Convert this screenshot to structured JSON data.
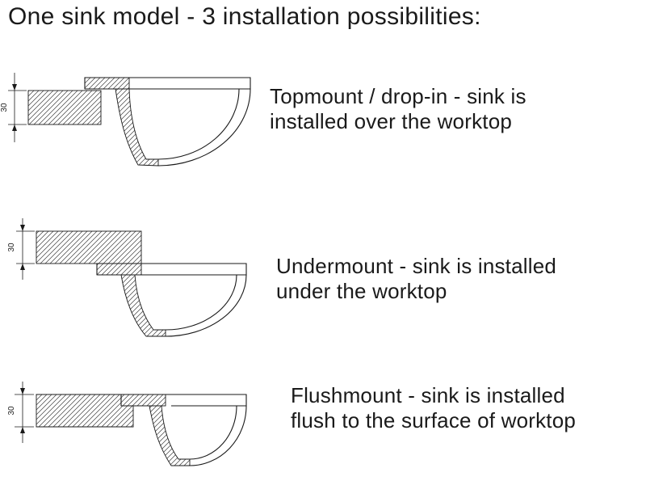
{
  "page": {
    "title": "One sink model - 3 installation possibilities:"
  },
  "rows": [
    {
      "name": "topmount",
      "dimension_label": "30",
      "caption_lines": [
        "Topmount / drop-in - sink is",
        "installed over the worktop"
      ]
    },
    {
      "name": "undermount",
      "dimension_label": "30",
      "caption_lines": [
        "Undermount - sink is installed",
        "under the worktop"
      ]
    },
    {
      "name": "flushmount",
      "dimension_label": "30",
      "caption_lines": [
        "Flushmount - sink is installed",
        "flush to the surface of worktop"
      ]
    }
  ],
  "colors": {
    "ink": "#1a1a1a",
    "background": "#ffffff"
  }
}
